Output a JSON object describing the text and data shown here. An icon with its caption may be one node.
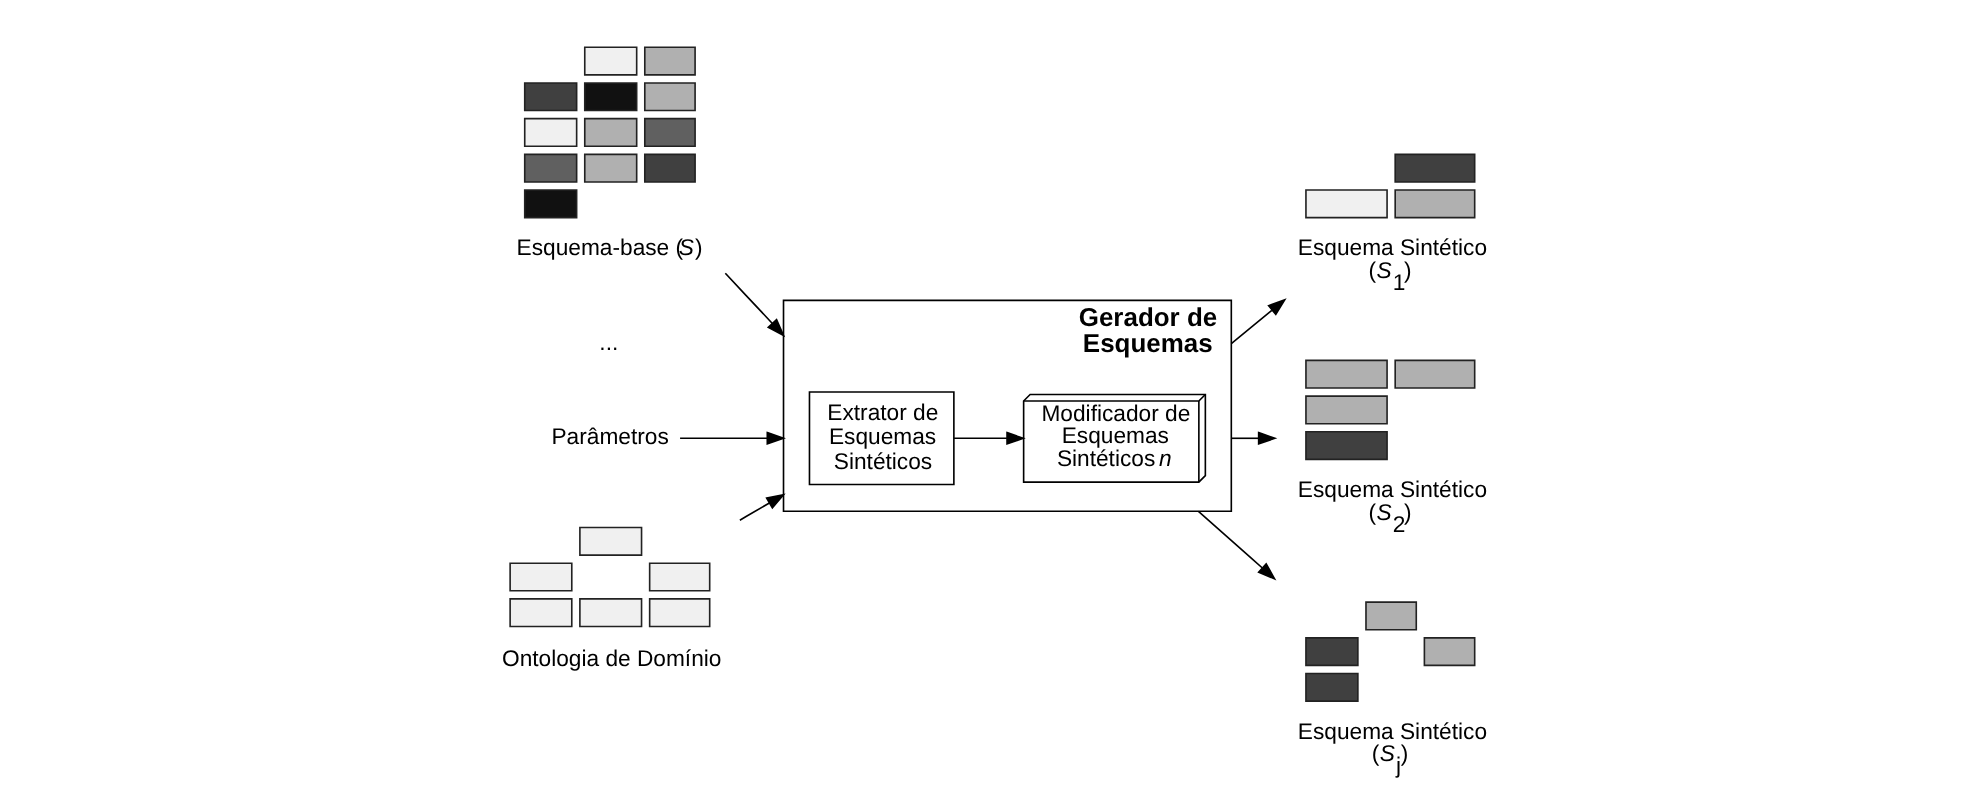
{
  "diagram": {
    "nodes": [
      {
        "text": [],
        "shape": "picture",
        "beside": [
          "Esquema-base (*S*)"
        ]
      },
      {
        "text": [
          "Gerador de Esquemas"
        ]
      },
      {
        "text": [
          "Extrator de Esquemas Sintéticos"
        ],
        "in": 1
      },
      {
        "text": [
          "Modificador de Esquemas Sintéticos *n*"
        ],
        "in": 1
      },
      {
        "text": [
          "Parâmetros"
        ]
      },
      {
        "text": [],
        "shape": "picture",
        "beside": [
          "Ontologia de Domínio"
        ]
      },
      {
        "text": [],
        "shape": "picture",
        "beside": [
          "Esquema Sintético (*S*$_{1}$)"
        ]
      },
      {
        "text": [],
        "shape": "picture",
        "beside": [
          "Esquema Sintético (*S*$_{2}$)"
        ]
      },
      {
        "text": [],
        "shape": "picture",
        "beside": [
          "Esquema Sintético (*S*$_{j}$)"
        ]
      }
    ],
    "edges": [
      {
        "from": 0,
        "to": 1,
        "arrow": "to"
      },
      {
        "from": 4,
        "to": 1,
        "arrow": "to"
      },
      {
        "from": 5,
        "to": 1,
        "arrow": "to"
      },
      {
        "from": 2,
        "to": 3,
        "arrow": "to"
      },
      {
        "from": 1,
        "to": 6,
        "arrow": "to"
      },
      {
        "from": 1,
        "to": 7,
        "arrow": "to"
      },
      {
        "from": 1,
        "to": 8,
        "arrow": "to"
      }
    ],
    "labels": [
      "..."
    ]
  }
}
